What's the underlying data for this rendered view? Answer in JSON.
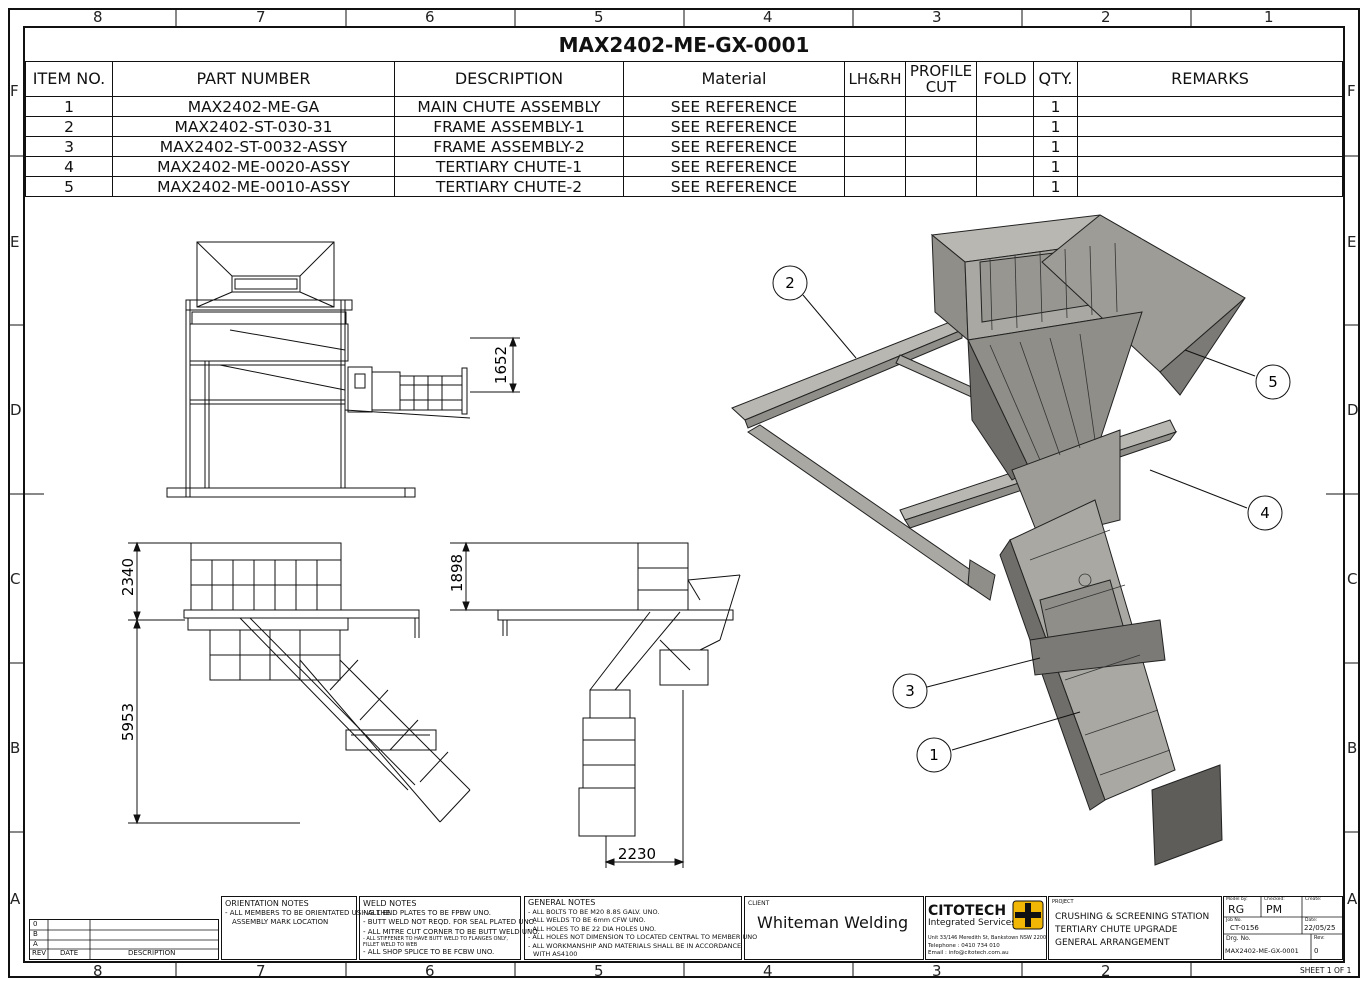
{
  "drawing_number": "MAX2402-ME-GX-0001",
  "zones_top": [
    "8",
    "7",
    "6",
    "5",
    "4",
    "3",
    "2",
    "1"
  ],
  "zones_side": [
    "F",
    "E",
    "D",
    "C",
    "B",
    "A"
  ],
  "bom": {
    "headers": [
      "ITEM NO.",
      "PART NUMBER",
      "DESCRIPTION",
      "Material",
      "LH&RH",
      "PROFILE CUT",
      "FOLD",
      "QTY.",
      "REMARKS"
    ],
    "rows": [
      {
        "item": "1",
        "part": "MAX2402-ME-GA",
        "desc": "MAIN CHUTE ASSEMBLY",
        "material": "SEE REFERENCE",
        "qty": "1"
      },
      {
        "item": "2",
        "part": "MAX2402-ST-030-31",
        "desc": "FRAME ASSEMBLY-1",
        "material": "SEE REFERENCE",
        "qty": "1"
      },
      {
        "item": "3",
        "part": "MAX2402-ST-0032-ASSY",
        "desc": "FRAME ASSEMBLY-2",
        "material": "SEE REFERENCE",
        "qty": "1"
      },
      {
        "item": "4",
        "part": "MAX2402-ME-0020-ASSY",
        "desc": "TERTIARY CHUTE-1",
        "material": "SEE REFERENCE",
        "qty": "1"
      },
      {
        "item": "5",
        "part": "MAX2402-ME-0010-ASSY",
        "desc": "TERTIARY CHUTE-2",
        "material": "SEE REFERENCE",
        "qty": "1"
      }
    ]
  },
  "dimensions": {
    "d1652": "1652",
    "d2340": "2340",
    "d5953": "5953",
    "d1898": "1898",
    "d2230": "2230"
  },
  "balloons": [
    "1",
    "2",
    "3",
    "4",
    "5"
  ],
  "revision": {
    "rows": [
      "0",
      "B",
      "A"
    ],
    "rev": "REV",
    "date": "DATE",
    "description": "DESCRIPTION"
  },
  "orientation_notes": {
    "title": "ORIENTATION NOTES",
    "lines": [
      "- ALL MEMBERS TO BE ORIENTATED USING THE",
      "  ASSEMBLY MARK LOCATION"
    ]
  },
  "weld_notes": {
    "title": "WELD NOTES",
    "lines": [
      "- ALL END PLATES TO BE FPBW UNO.",
      "- BUTT WELD NOT REQD. FOR SEAL PLATED UNO.",
      "- ALL MITRE CUT CORNER TO BE BUTT WELD UNO.",
      "- ALL STIFFENER TO HAVE BUTT WELD TO FLANGES ONLY,",
      "  FILLET WELD TO WEB",
      "- ALL SHOP SPLICE TO BE FCBW UNO."
    ]
  },
  "general_notes": {
    "title": "GENERAL NOTES",
    "lines": [
      "- ALL BOLTS TO BE M20 8.8S GALV. UNO.",
      "- ALL WELDS TO BE 6mm CFW UNO.",
      "- ALL HOLES TO BE 22 DIA HOLES UNO.",
      "- ALL HOLES NOT DIMENSION TO LOCATED CENTRAL TO MEMBER UNO",
      "- ALL WORKMANSHIP AND MATERIALS SHALL BE IN ACCORDANCE",
      "  WITH AS4100"
    ]
  },
  "client": {
    "label": "CLIENT",
    "name": "Whiteman Welding"
  },
  "company": {
    "name": "CITOTECH",
    "sub": "Integrated Services",
    "address": "Unit 33/146 Meredith St, Bankstown NSW 2200",
    "phone": "Telephone : 0410 734 010",
    "email": "Email : info@citotech.com.au"
  },
  "project": {
    "label": "PROJECT",
    "lines": [
      "CRUSHING & SCREENING STATION",
      "TERTIARY CHUTE UPGRADE",
      "GENERAL ARRANGEMENT"
    ]
  },
  "meta": {
    "model_by_label": "Model by:",
    "model_by": "RG",
    "checked_label": "Checked:",
    "checked": "PM",
    "create_label": "Create:",
    "job_label": "Job No.",
    "job": "CT-0156",
    "date_label": "Date:",
    "date": "22/05/25",
    "drg_label": "Drg. No.",
    "drg": "MAX2402-ME-GX-0001",
    "rev_label": "Rev:",
    "rev": "0"
  },
  "sheet": "SHEET 1 OF 1",
  "colors": {
    "line": "#111111",
    "steel_light": "#b8b7b2",
    "steel_mid": "#8f8e89",
    "steel_dark": "#5e5d59",
    "logo_yellow": "#f2b705"
  }
}
